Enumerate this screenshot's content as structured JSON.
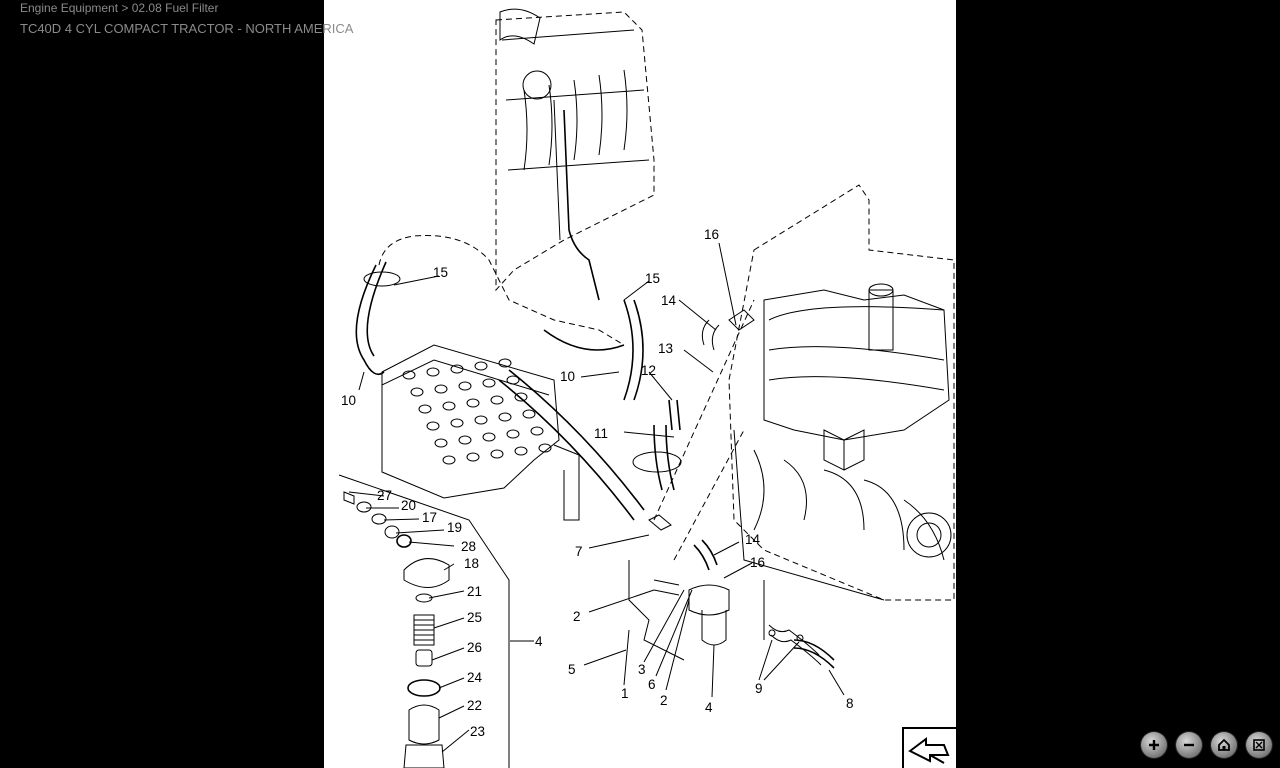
{
  "header": {
    "breadcrumb": "Engine Equipment > 02.08 Fuel Filter",
    "subtitle": "TC40D 4 CYL COMPACT TRACTOR - NORTH AMERICA"
  },
  "diagram": {
    "callouts": [
      {
        "id": "c15a",
        "label": "15"
      },
      {
        "id": "c15b",
        "label": "15"
      },
      {
        "id": "c16a",
        "label": "16"
      },
      {
        "id": "c14a",
        "label": "14"
      },
      {
        "id": "c13",
        "label": "13"
      },
      {
        "id": "c10a",
        "label": "10"
      },
      {
        "id": "c12",
        "label": "12"
      },
      {
        "id": "c10b",
        "label": "10"
      },
      {
        "id": "c11",
        "label": "11"
      },
      {
        "id": "c27",
        "label": "27"
      },
      {
        "id": "c20",
        "label": "20"
      },
      {
        "id": "c17",
        "label": "17"
      },
      {
        "id": "c19",
        "label": "19"
      },
      {
        "id": "c28",
        "label": "28"
      },
      {
        "id": "c18",
        "label": "18"
      },
      {
        "id": "c21",
        "label": "21"
      },
      {
        "id": "c25",
        "label": "25"
      },
      {
        "id": "c26",
        "label": "26"
      },
      {
        "id": "c24",
        "label": "24"
      },
      {
        "id": "c22",
        "label": "22"
      },
      {
        "id": "c23",
        "label": "23"
      },
      {
        "id": "c4a",
        "label": "4"
      },
      {
        "id": "c7",
        "label": "7"
      },
      {
        "id": "c14b",
        "label": "14"
      },
      {
        "id": "c16b",
        "label": "16"
      },
      {
        "id": "c2a",
        "label": "2"
      },
      {
        "id": "c5",
        "label": "5"
      },
      {
        "id": "c3",
        "label": "3"
      },
      {
        "id": "c6",
        "label": "6"
      },
      {
        "id": "c1",
        "label": "1"
      },
      {
        "id": "c2b",
        "label": "2"
      },
      {
        "id": "c4b",
        "label": "4"
      },
      {
        "id": "c9",
        "label": "9"
      },
      {
        "id": "c8",
        "label": "8"
      }
    ]
  },
  "toolbar": {
    "buttons": [
      {
        "name": "zoom-in-button",
        "icon": "plus-icon"
      },
      {
        "name": "zoom-out-button",
        "icon": "minus-icon"
      },
      {
        "name": "home-button",
        "icon": "home-icon"
      },
      {
        "name": "fit-button",
        "icon": "fit-icon"
      }
    ]
  }
}
